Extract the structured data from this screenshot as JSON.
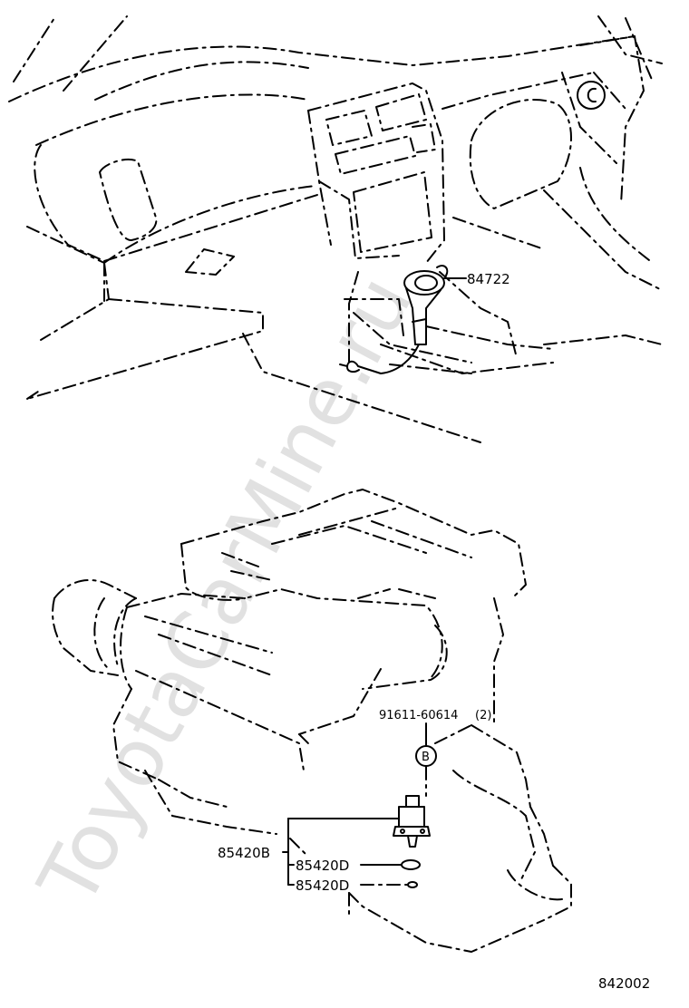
{
  "diagram": {
    "watermark": "ToyotaCarMine.ru",
    "drawing_number": "842002",
    "callout_symbol": "B",
    "parts": [
      {
        "id": "84722"
      },
      {
        "id": "91611-60614",
        "qty": "(2)"
      },
      {
        "id": "85420B"
      },
      {
        "id": "85420D"
      },
      {
        "id": "85420D"
      }
    ]
  }
}
